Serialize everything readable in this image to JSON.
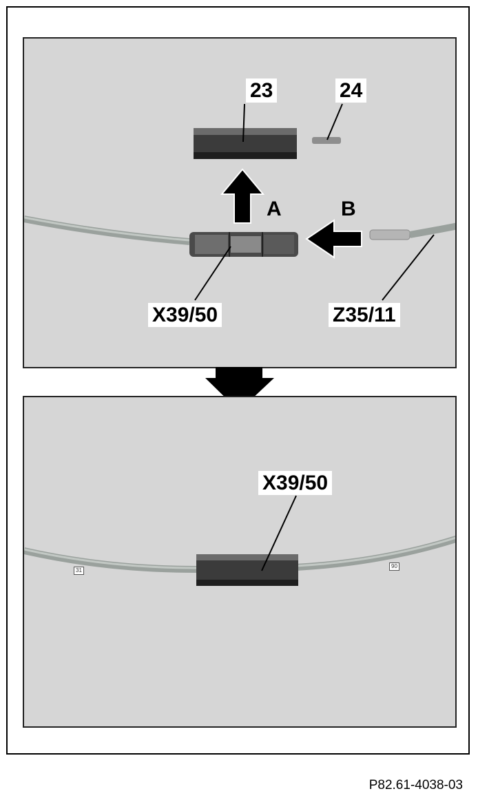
{
  "top_panel": {
    "labels": {
      "part_23": "23",
      "part_24": "24",
      "arrow_a": "A",
      "arrow_b": "B",
      "connector": "X39/50",
      "filter": "Z35/11"
    }
  },
  "bottom_panel": {
    "labels": {
      "connector": "X39/50"
    },
    "wire_tags": {
      "left": "31",
      "right": "90"
    }
  },
  "drawing_number": "P82.61-4038-03",
  "colors": {
    "panel_background": "#d6d6d6",
    "wire": "#a9b0ac",
    "housing": "#3b3b3b",
    "arrow": "#000000",
    "label_background": "#ffffff"
  }
}
